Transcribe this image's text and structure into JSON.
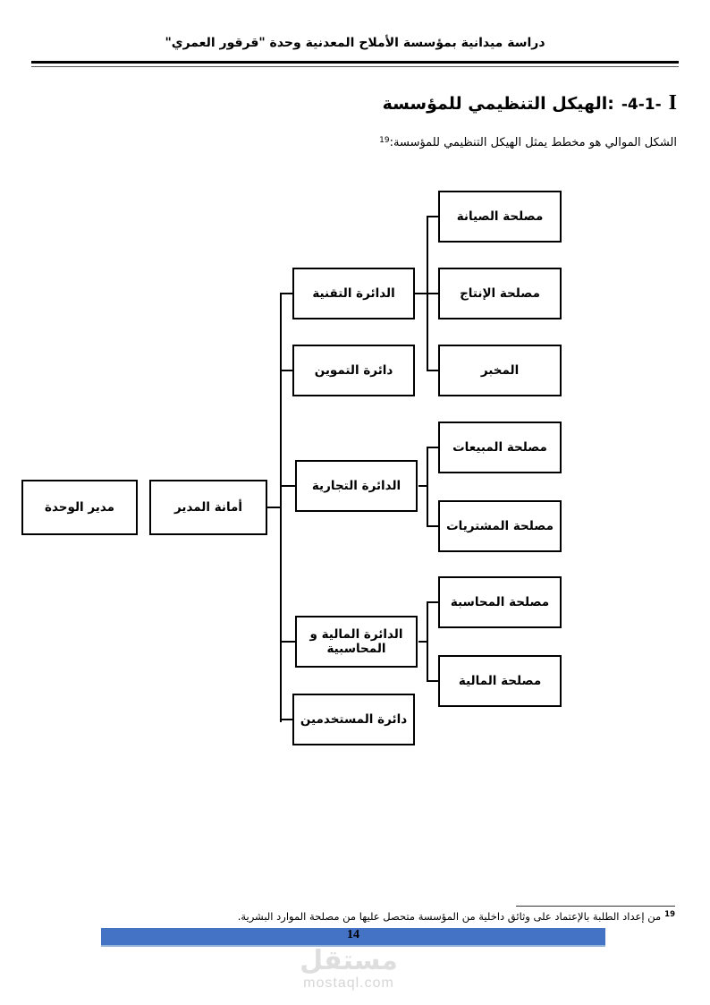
{
  "page": {
    "header": "دراسة ميدانية بمؤسسة الأملاح المعدنية وحدة \"قرقور العمري\"",
    "title": {
      "roman": "I",
      "number": "-4-1-",
      "text": "الهيكل التنظيمي للمؤسسة:"
    },
    "subtitle": {
      "text": "الشكل الموالي هو مخطط يمثل الهيكل التنظيمي للمؤسسة:",
      "footnote_ref": "19"
    },
    "footnote": {
      "ref": "19",
      "text": "من إعداد الطلبة بالإعتماد على وثائق داخلية من المؤسسة متحصل عليها من مصلحة الموارد البشرية."
    },
    "page_number": "14",
    "watermark": {
      "logo": "مستقل",
      "domain": "mostaql.com"
    },
    "accent_color": "#4472C4"
  },
  "org_chart": {
    "root": "مدير الوحدة",
    "secretary": "أمانة المدير",
    "departments": [
      {
        "label": "الدائرة التقنية",
        "children": [
          "مصلحة الصيانة",
          "مصلحة الإنتاج",
          "المخبر"
        ]
      },
      {
        "label": "دائرة التموين",
        "children": []
      },
      {
        "label": "الدائرة التجارية",
        "children": [
          "مصلحة المبيعات",
          "مصلحة المشتريات"
        ]
      },
      {
        "label": "الدائرة المالية و المحاسبية",
        "children": [
          "مصلحة المحاسبة",
          "مصلحة المالية"
        ]
      },
      {
        "label": "دائرة المستخدمين",
        "children": []
      }
    ],
    "line_color": "#000000",
    "box_border_color": "#000000"
  }
}
